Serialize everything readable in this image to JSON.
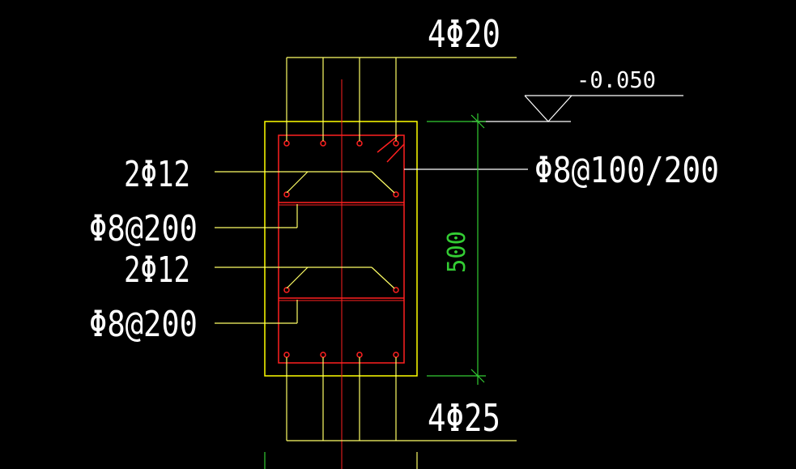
{
  "labels": {
    "top_bars": "4Φ20",
    "bottom_bars": "4Φ25",
    "elevation": "-0.050",
    "stirrup_main": "Φ8@100/200",
    "side_bars_upper": "2Φ12",
    "tie_upper": "Φ8@200",
    "side_bars_lower": "2Φ12",
    "tie_lower": "Φ8@200",
    "dimension": "500"
  },
  "colors": {
    "background": "#000000",
    "outline": "#ffff00",
    "rebar": "#ff2020",
    "leader": "#ffff66",
    "text": "#ffffff",
    "dimension": "#33cc33",
    "leader_white": "#ffffff"
  }
}
